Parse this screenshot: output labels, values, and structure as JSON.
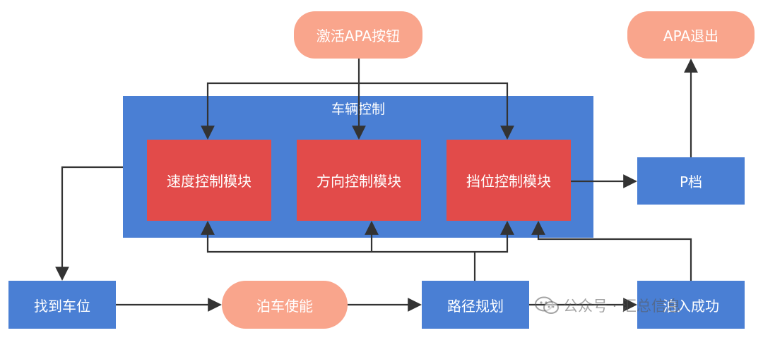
{
  "nodes": {
    "activate_apa": "激活APA按钮",
    "apa_exit": "APA退出",
    "vehicle_control": "车辆控制",
    "speed_module": "速度控制模块",
    "direction_module": "方向控制模块",
    "gear_module": "挡位控制模块",
    "p_gear": "P档",
    "find_spot": "找到车位",
    "parking_enable": "泊车使能",
    "path_planning": "路径规划",
    "parking_success": "泊入成功"
  },
  "watermark": {
    "icon": "wechat-icon",
    "text": "公众号 · 汇总信息"
  },
  "colors": {
    "pill": "#f9a58c",
    "blue": "#4a7fd4",
    "red": "#e24b4a",
    "arrow": "#333333"
  }
}
